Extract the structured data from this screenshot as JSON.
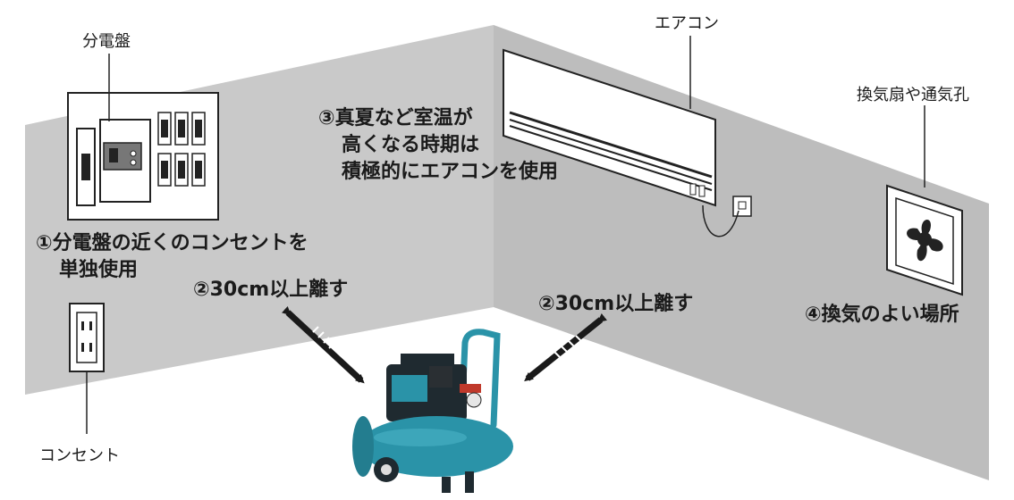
{
  "labels": {
    "panel": "分電盤",
    "aircon": "エアコン",
    "fan": "換気扇や通気孔",
    "outlet": "コンセント"
  },
  "notes": {
    "n1_line1": "①分電盤の近くのコンセントを",
    "n1_line2": "単独使用",
    "n2_left": "②30cm以上離す",
    "n2_right": "②30cm以上離す",
    "n3_line1": "③真夏など室温が",
    "n3_line2": "高くなる時期は",
    "n3_line3": "積極的にエアコンを使用",
    "n4": "④換気のよい場所"
  },
  "colors": {
    "wall": "#c9c9c9",
    "compressor": "#2a93a8",
    "compressor_dark": "#1f2a30",
    "line": "#222222"
  }
}
